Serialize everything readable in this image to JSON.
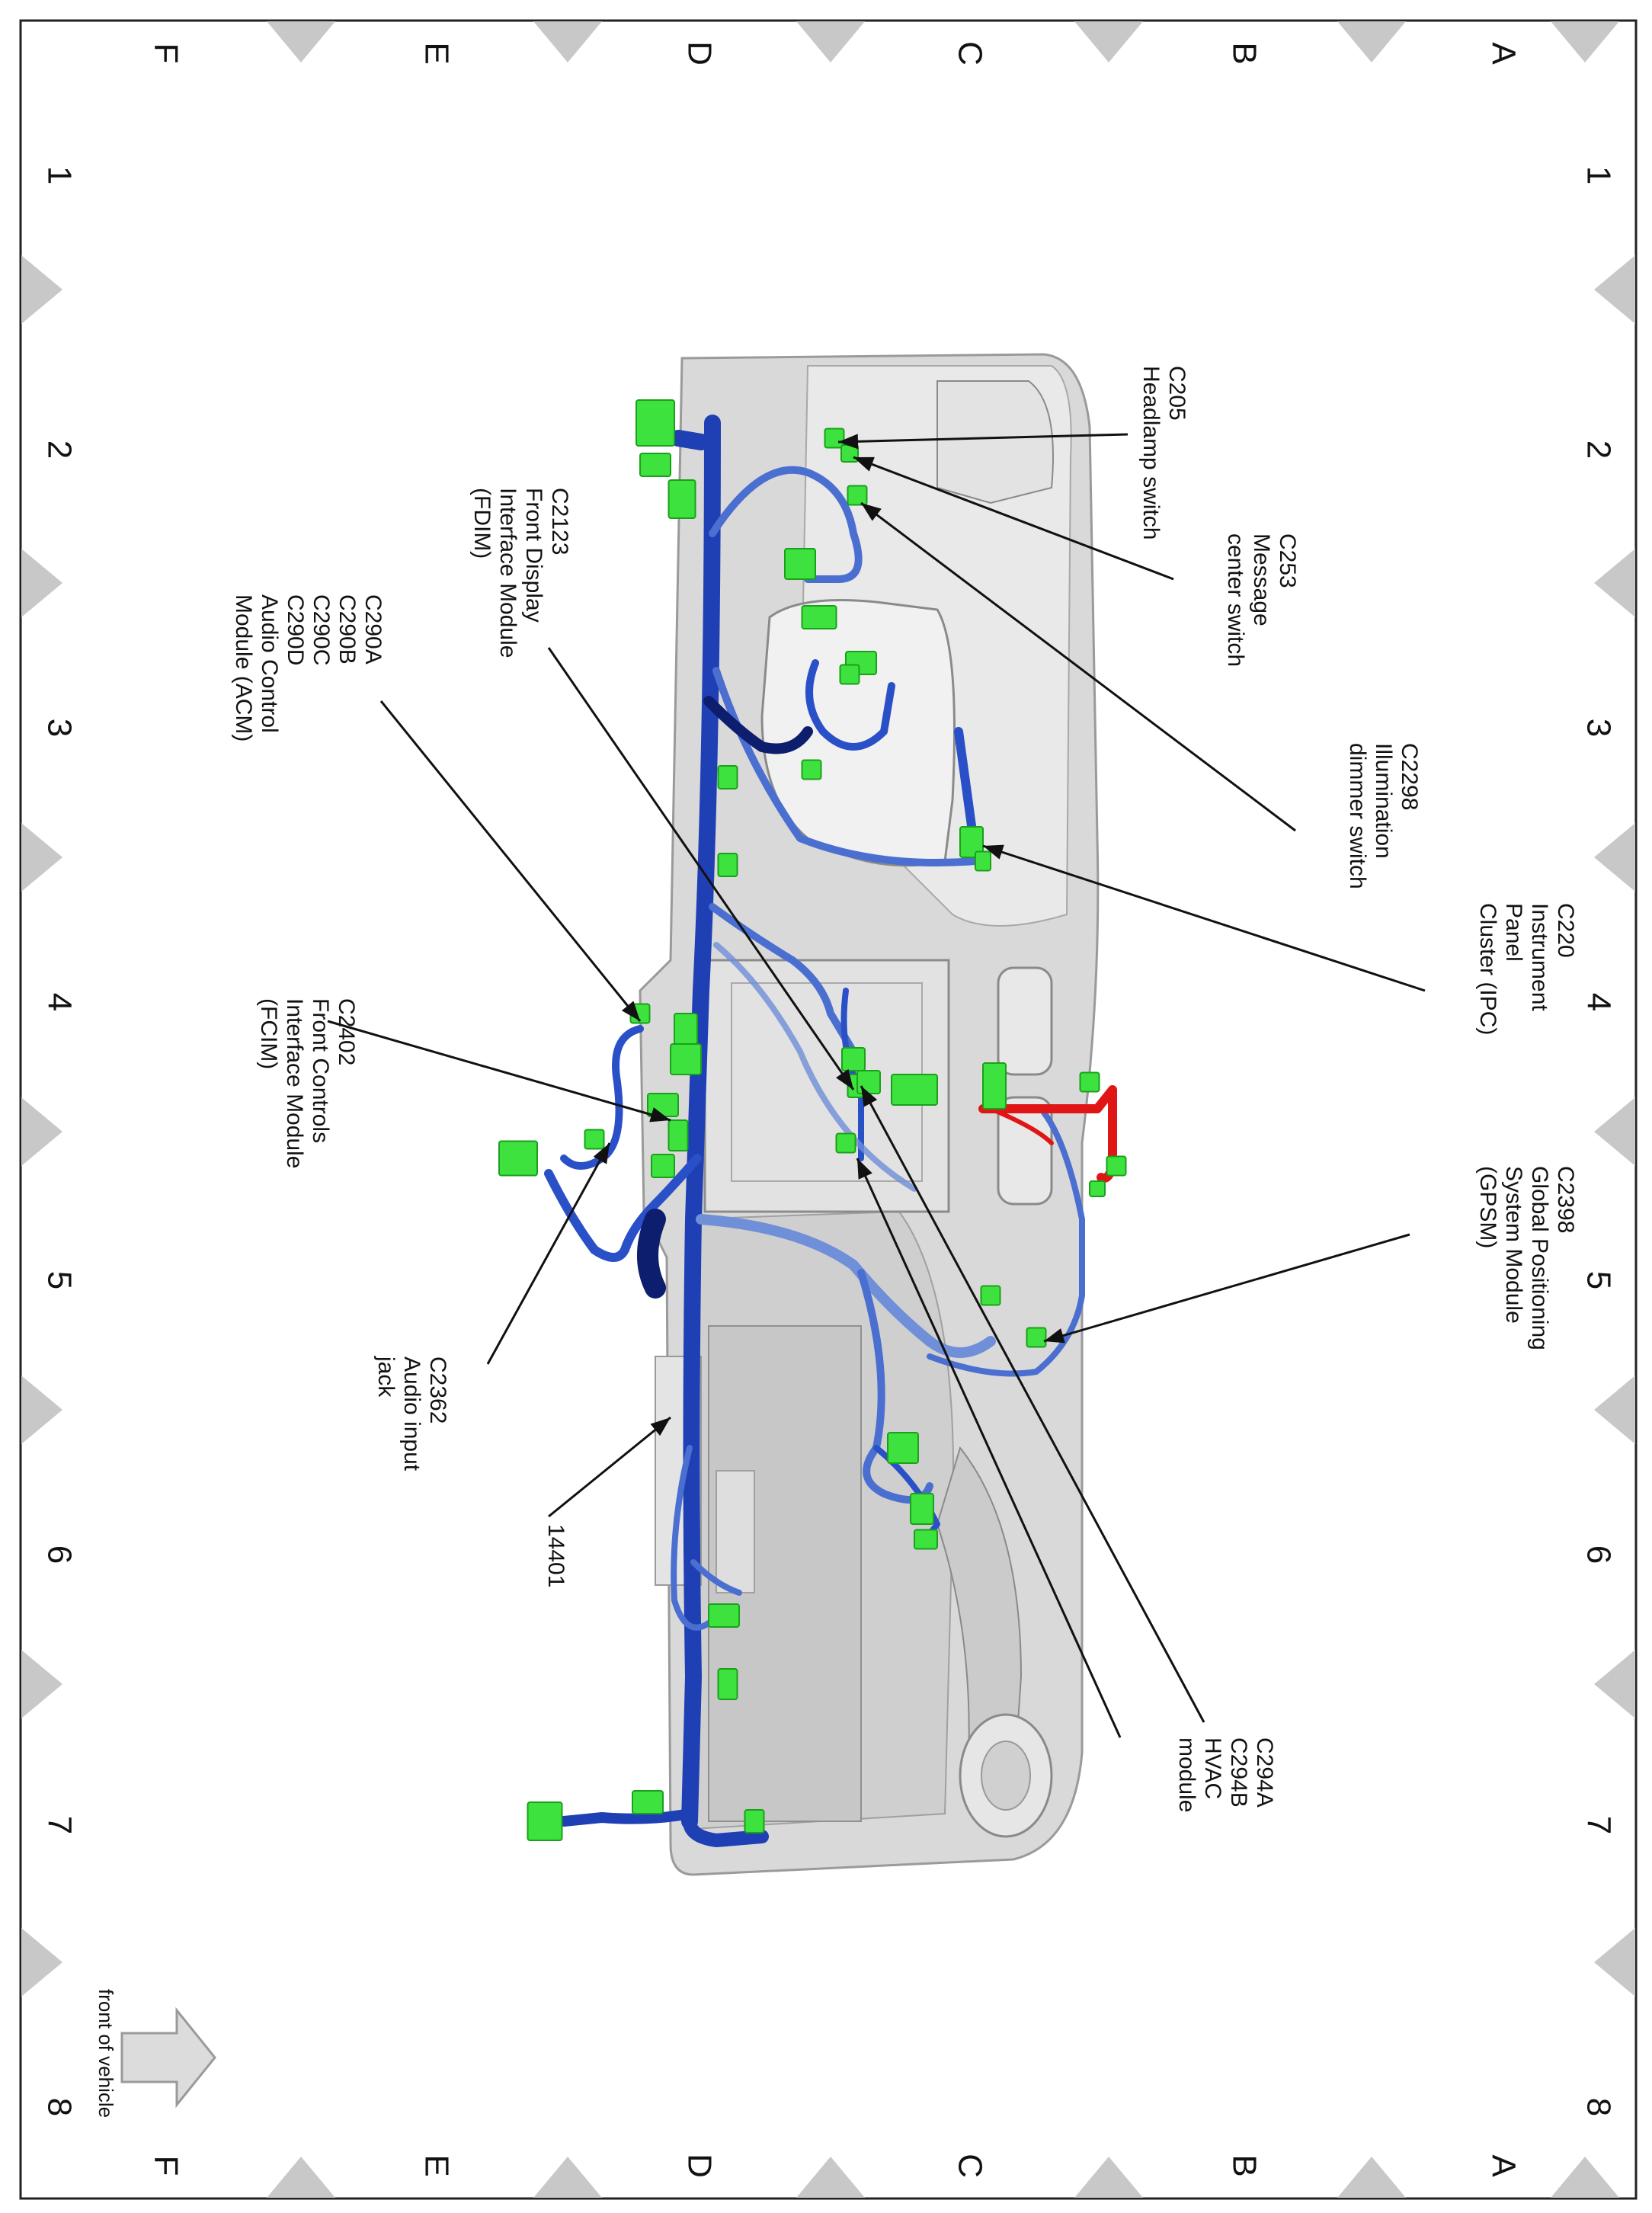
{
  "grid": {
    "rows": [
      "A",
      "B",
      "C",
      "D",
      "E",
      "F"
    ],
    "columns": [
      "1",
      "2",
      "3",
      "4",
      "5",
      "6",
      "7",
      "8"
    ]
  },
  "callouts": [
    {
      "id": "c205",
      "lines": [
        "C205",
        "Headlamp switch"
      ]
    },
    {
      "id": "c253",
      "lines": [
        "C253",
        "Message",
        "center switch"
      ]
    },
    {
      "id": "c2298",
      "lines": [
        "C2298",
        "Illumination",
        "dimmer switch"
      ]
    },
    {
      "id": "c220",
      "lines": [
        "C220",
        "Instrument",
        "Panel",
        "Cluster (IPC)"
      ]
    },
    {
      "id": "c2398",
      "lines": [
        "C2398",
        "Global Positioning",
        "System Module",
        "(GPSM)"
      ]
    },
    {
      "id": "c294",
      "lines": [
        "C294A",
        "C294B",
        "HVAC",
        "module"
      ]
    },
    {
      "id": "c2123",
      "lines": [
        "C2123",
        "Front Display",
        "Interface Module",
        "(FDIM)"
      ]
    },
    {
      "id": "c290",
      "lines": [
        "C290A",
        "C290B",
        "C290C",
        "C290D",
        "Audio Control",
        "Module (ACM)"
      ]
    },
    {
      "id": "c2402",
      "lines": [
        "C2402",
        "Front Controls",
        "Interface Module",
        "(FCIM)"
      ]
    },
    {
      "id": "c2362",
      "lines": [
        "C2362",
        "Audio input",
        "jack"
      ]
    },
    {
      "id": "p14401",
      "lines": [
        "14401"
      ]
    }
  ],
  "front_label": "front of vehicle",
  "colors": {
    "harness_blue": "#1f3fb5",
    "harness_light": "#6f8fd8",
    "connector_green": "#3ee23e",
    "power_red": "#e01515",
    "dash_gray": "#d8d8d8",
    "triangle_gray": "#c8c8c8"
  }
}
